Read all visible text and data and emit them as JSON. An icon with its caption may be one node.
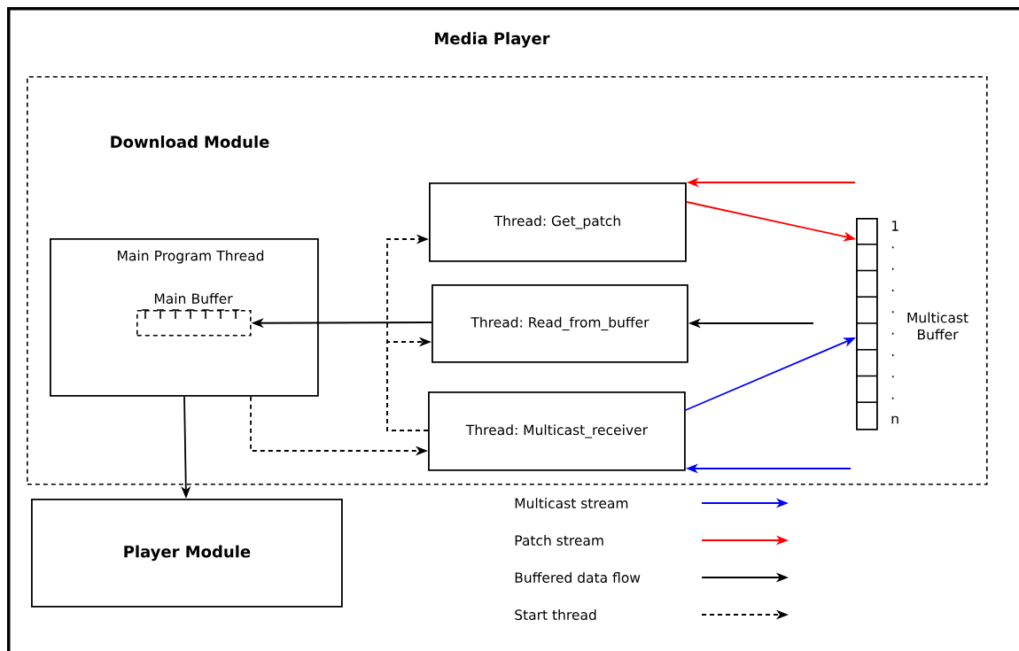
{
  "diagram": {
    "nodes": [
      {
        "text": [
          "Media Player"
        ]
      },
      {
        "text": [
          "Download Module"
        ],
        "in": 0
      },
      {
        "text": [
          "Main Program Thread"
        ],
        "in": 1
      },
      {
        "text": [
          "Main Buffer"
        ],
        "in": 2
      },
      {
        "text": [
          "Thread: Get_patch"
        ],
        "in": 1
      },
      {
        "text": [
          "Thread: Read_from_buffer"
        ],
        "in": 1
      },
      {
        "text": [
          "Thread: Multicast_receiver"
        ],
        "in": 1
      },
      {
        "text": [
          "Multicast Buffer"
        ],
        "beside": [
          "1",
          ".",
          ".",
          ".",
          ".",
          ".",
          ".",
          ".",
          ".",
          "n"
        ],
        "in": 1
      },
      {
        "text": [
          "Player Module"
        ],
        "in": 0
      }
    ],
    "edges": [
      {
        "from": null,
        "to": 4,
        "arrow": "to",
        "color": "#ff0000"
      },
      {
        "from": 4,
        "to": 7,
        "arrow": "to",
        "color": "#ff0000"
      },
      {
        "from": null,
        "to": 5,
        "arrow": "to"
      },
      {
        "from": 5,
        "to": 3,
        "arrow": "to"
      },
      {
        "from": 6,
        "to": 7,
        "arrow": "to",
        "color": "#0000ff"
      },
      {
        "from": null,
        "to": 6,
        "arrow": "to",
        "color": "#0000ff"
      },
      {
        "from": 2,
        "to": 8,
        "arrow": "to"
      },
      {
        "from": 2,
        "to": 6,
        "arrow": "to",
        "style": "dashed"
      },
      {
        "from": 6,
        "to": 4,
        "arrow": "to",
        "style": "dashed"
      },
      {
        "from": 6,
        "to": 5,
        "arrow": "to",
        "style": "dashed"
      }
    ],
    "legend": [
      {
        "text": "Multicast stream"
      },
      {
        "text": "Patch stream"
      },
      {
        "text": "Buffered data flow"
      },
      {
        "text": "Start thread"
      }
    ]
  }
}
